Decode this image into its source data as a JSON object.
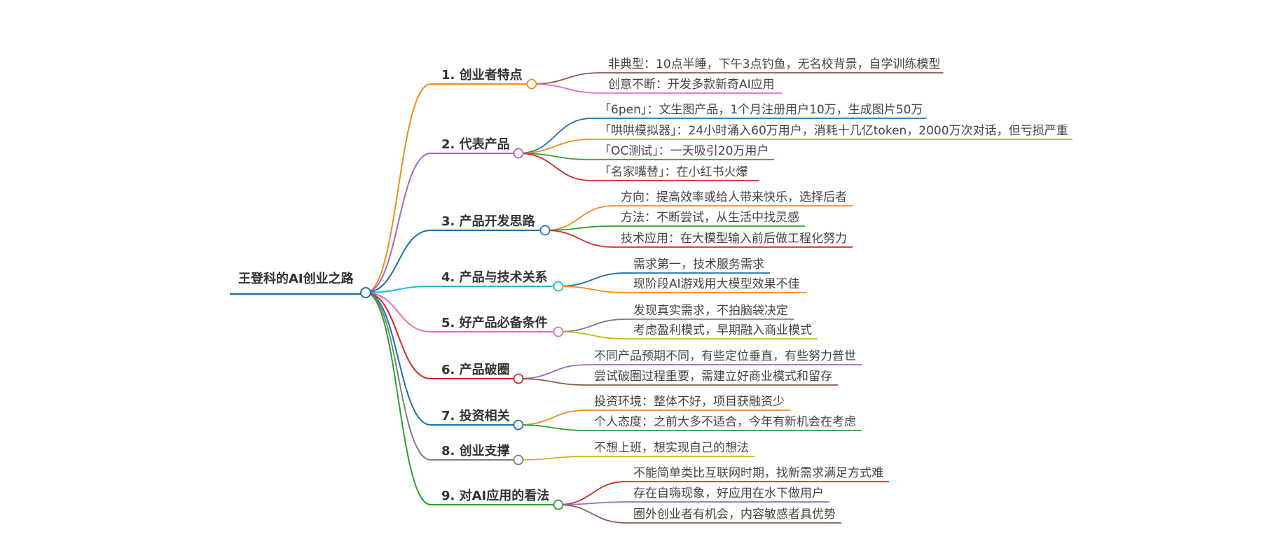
{
  "mindmap": {
    "root": {
      "label": "王登科的AI创业之路",
      "color": "#1f6fb2"
    },
    "branches": [
      {
        "label": "1. 创业者特点",
        "color": "#f28b1a",
        "children": [
          {
            "text": "非典型：10点半睡，下午3点钓鱼，无名校背景，自学训练模型",
            "color": "#8b5a4a"
          },
          {
            "text": "创意不断：开发多款新奇AI应用",
            "color": "#e86bbd"
          }
        ]
      },
      {
        "label": "2. 代表产品",
        "color": "#9b6ac6",
        "children": [
          {
            "text": "「6pen」：文生图产品，1个月注册用户10万，生成图片50万",
            "color": "#1f6fb2"
          },
          {
            "text": "「哄哄模拟器」：24小时涌入60万用户，消耗十几亿token，2000万次对话，但亏损严重",
            "color": "#f28b1a"
          },
          {
            "text": "「OC测试」：一天吸引20万用户",
            "color": "#2ca02c"
          },
          {
            "text": "「名家嘴替」：在小红书火爆",
            "color": "#d62728"
          }
        ]
      },
      {
        "label": "3. 产品开发思路",
        "color": "#1f6fb2",
        "children": [
          {
            "text": "方向：提高效率或给人带来快乐，选择后者",
            "color": "#f28b1a"
          },
          {
            "text": "方法：不断尝试，从生活中找灵感",
            "color": "#2ca02c"
          },
          {
            "text": "技术应用：在大模型输入前后做工程化努力",
            "color": "#d62728"
          }
        ]
      },
      {
        "label": "4. 产品与技术关系",
        "color": "#17becf",
        "children": [
          {
            "text": "需求第一，技术服务需求",
            "color": "#1f6fb2"
          },
          {
            "text": "现阶段AI游戏用大模型效果不佳",
            "color": "#f28b1a"
          }
        ]
      },
      {
        "label": "5. 好产品必备条件",
        "color": "#e86bbd",
        "children": [
          {
            "text": "发现真实需求，不拍脑袋决定",
            "color": "#7f7f7f"
          },
          {
            "text": "考虑盈利模式，早期融入商业模式",
            "color": "#bcbd22"
          }
        ]
      },
      {
        "label": "6. 产品破圈",
        "color": "#d62728",
        "children": [
          {
            "text": "不同产品预期不同，有些定位垂直，有些努力普世",
            "color": "#9b6ac6"
          },
          {
            "text": "尝试破圈过程重要，需建立好商业模式和留存",
            "color": "#8b5a4a"
          }
        ]
      },
      {
        "label": "7. 投资相关",
        "color": "#1f6fb2",
        "children": [
          {
            "text": "投资环境：整体不好，项目获融资少",
            "color": "#f28b1a"
          },
          {
            "text": "个人态度：之前大多不适合，今年有新机会在考虑",
            "color": "#2ca02c"
          }
        ]
      },
      {
        "label": "8. 创业支撑",
        "color": "#7f7f7f",
        "children": [
          {
            "text": "不想上班，想实现自己的想法",
            "color": "#bcbd22"
          }
        ]
      },
      {
        "label": "9. 对AI应用的看法",
        "color": "#2ca02c",
        "children": [
          {
            "text": "不能简单类比互联网时期，找新需求满足方式难",
            "color": "#d62728"
          },
          {
            "text": "存在自嗨现象，好应用在水下做用户",
            "color": "#9b6ac6"
          },
          {
            "text": "圈外创业者有机会，内容敏感者具优势",
            "color": "#8b5a4a"
          }
        ]
      }
    ]
  }
}
